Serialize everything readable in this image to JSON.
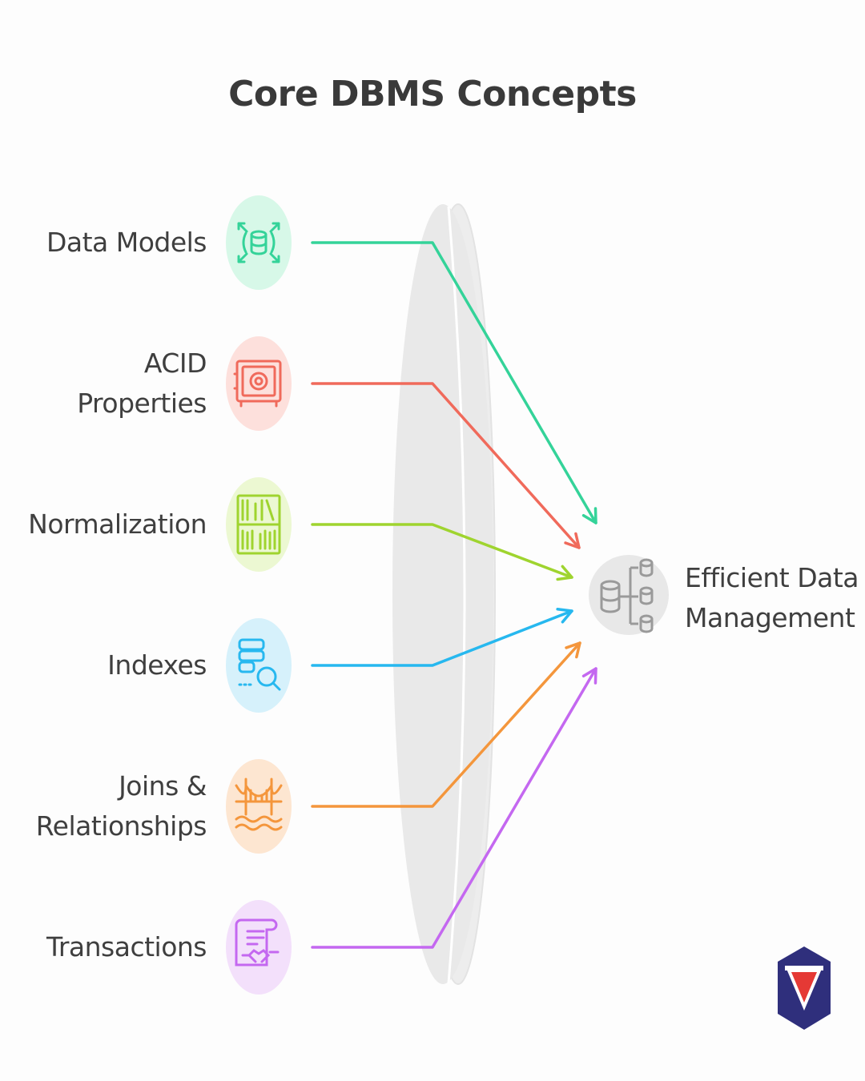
{
  "title": "Core DBMS Concepts",
  "target": {
    "line1": "Efficient Data",
    "line2": "Management",
    "icon": "database-hierarchy-icon"
  },
  "items": [
    {
      "label_lines": [
        "Data Models"
      ],
      "icon": "database-expand-icon",
      "color": "#34d399",
      "bg": "#d7f8e8"
    },
    {
      "label_lines": [
        "ACID",
        "Properties"
      ],
      "icon": "safe-vault-icon",
      "color": "#f06a5b",
      "bg": "#fde0dc"
    },
    {
      "label_lines": [
        "Normalization"
      ],
      "icon": "bookshelf-icon",
      "color": "#9fd42f",
      "bg": "#ecf8d2"
    },
    {
      "label_lines": [
        "Indexes"
      ],
      "icon": "server-search-icon",
      "color": "#27b8ef",
      "bg": "#d6f1fb"
    },
    {
      "label_lines": [
        "Joins &",
        "Relationships"
      ],
      "icon": "bridge-icon",
      "color": "#f4963c",
      "bg": "#fde6d1"
    },
    {
      "label_lines": [
        "Transactions"
      ],
      "icon": "contract-handshake-icon",
      "color": "#c468f0",
      "bg": "#f3e0fb"
    }
  ],
  "logo": {
    "colors": [
      "#2f2f7c",
      "#e53935"
    ]
  }
}
